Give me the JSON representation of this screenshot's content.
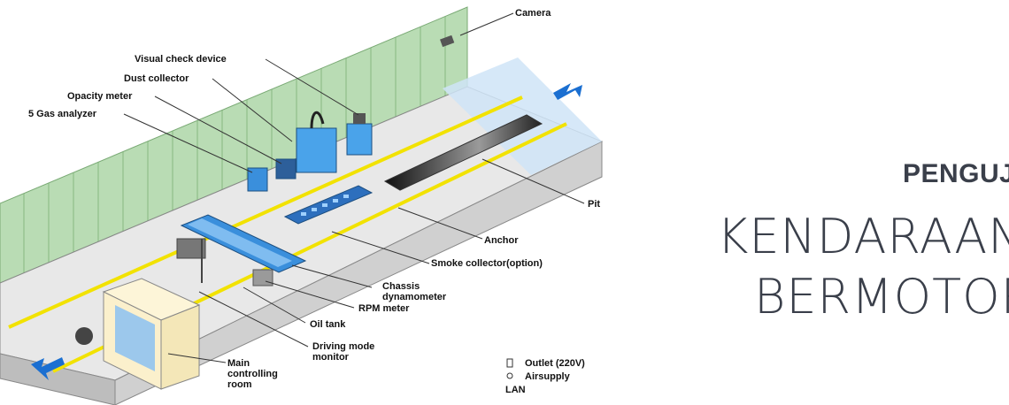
{
  "callouts": {
    "camera": "Camera",
    "visual_check": "Visual check device",
    "dust_collector": "Dust collector",
    "opacity_meter": "Opacity meter",
    "gas_analyzer": "5 Gas analyzer",
    "pit": "Pit",
    "anchor": "Anchor",
    "smoke_collector": "Smoke collector(option)",
    "chassis_dynamometer": "Chassis dynamometer",
    "rpm_meter": "RPM meter",
    "oil_tank": "Oil tank",
    "driving_mode_monitor": "Driving mode monitor",
    "main_controlling_room": "Main controlling room"
  },
  "legend": {
    "outlet": "Outlet (220V)",
    "airsupply": "Airsupply",
    "lan": "LAN"
  },
  "heading": {
    "line1": "PENGUJ",
    "line2": "KENDARAAN",
    "line3": "BERMOTOR"
  },
  "colors": {
    "wall_green": "#b9dcb4",
    "floor_gray": "#e6e6e6",
    "lane_yellow": "#f2e200",
    "arrow_blue": "#1b6fd1",
    "equipment_blue": "#3a8fdc",
    "water_blue": "#cfe4f7",
    "heading_text": "#3a3f4a"
  }
}
